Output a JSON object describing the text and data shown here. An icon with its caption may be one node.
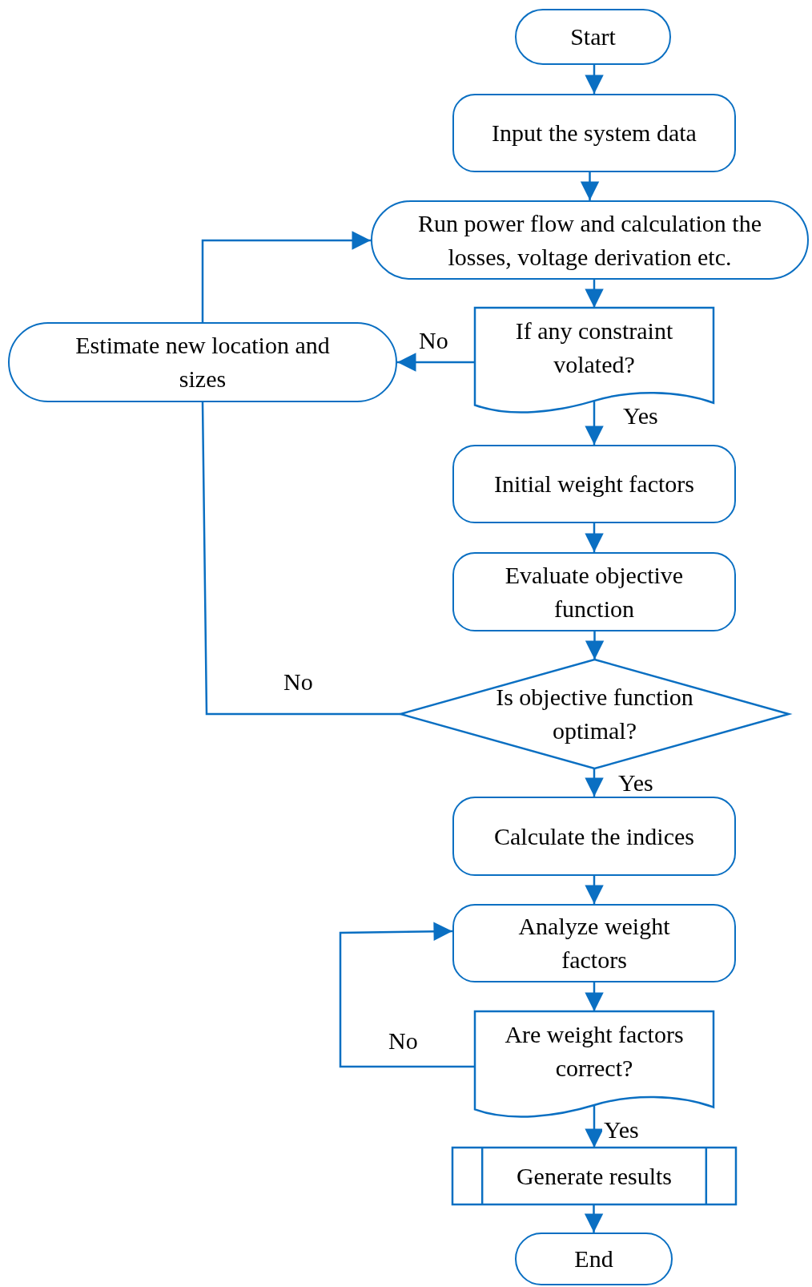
{
  "diagram": {
    "nodes": [
      {
        "text": [
          "Start"
        ]
      },
      {
        "text": [
          "Input the system data"
        ]
      },
      {
        "text": [
          "Run power flow and calculation the losses, voltage derivation etc."
        ]
      },
      {
        "text": [
          "If any constraint volated?"
        ]
      },
      {
        "text": [
          "Estimate new location and sizes"
        ]
      },
      {
        "text": [
          "Initial weight factors"
        ]
      },
      {
        "text": [
          "Evaluate objective function"
        ]
      },
      {
        "text": [
          "Is objective function optimal?"
        ]
      },
      {
        "text": [
          "Calculate the indices"
        ]
      },
      {
        "text": [
          "Analyze weight factors"
        ]
      },
      {
        "text": [
          "Are weight factors correct?"
        ]
      },
      {
        "text": [
          "Generate results"
        ]
      },
      {
        "text": [
          "End"
        ]
      }
    ],
    "edges": [
      {
        "from": 0,
        "to": 1,
        "arrow": "to"
      },
      {
        "from": 1,
        "to": 2,
        "arrow": "to"
      },
      {
        "from": 2,
        "to": 3,
        "arrow": "to"
      },
      {
        "from": 3,
        "to": 4,
        "arrow": "to",
        "label": "No"
      },
      {
        "from": 3,
        "to": 5,
        "arrow": "to",
        "label": "Yes"
      },
      {
        "from": 4,
        "to": 2,
        "arrow": "to"
      },
      {
        "from": 5,
        "to": 6,
        "arrow": "to"
      },
      {
        "from": 6,
        "to": 7,
        "arrow": "to"
      },
      {
        "from": 7,
        "to": 4,
        "arrow": "none",
        "label": "No"
      },
      {
        "from": 7,
        "to": 8,
        "arrow": "to",
        "label": "Yes"
      },
      {
        "from": 8,
        "to": 9,
        "arrow": "to"
      },
      {
        "from": 9,
        "to": 10,
        "arrow": "to"
      },
      {
        "from": 10,
        "to": 9,
        "arrow": "to",
        "label": "No"
      },
      {
        "from": 10,
        "to": 11,
        "arrow": "to",
        "label": "Yes"
      },
      {
        "from": 11,
        "to": 12,
        "arrow": "to"
      }
    ]
  }
}
